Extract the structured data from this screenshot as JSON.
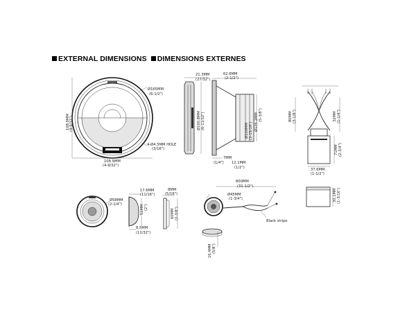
{
  "heading": {
    "left": "EXTERNAL DIMENSIONS",
    "right": "DIMENSIONS EXTERNES"
  },
  "woofer_front": {
    "dia": "Ø165MM",
    "dia_in": "(6-1/2\")",
    "height": "108.9MM",
    "height_in": "(4-9/32\")",
    "width": "108.9MM",
    "width_in": "(4-9/32\")",
    "hole": "4-Ø4.5MM HOLE",
    "hole_in": "(3/16\")"
  },
  "woofer_side": {
    "depth_top": "21.3MM",
    "depth_top_in": "(27/32\")",
    "dia": "Ø160.8MM",
    "dia_in": "(6-11/32\")"
  },
  "woofer_profile": {
    "depth": "62.6MM",
    "depth_in": "(2-1/2\")",
    "dia1": "Ø135.2MM",
    "dia1_in": "(5-3/8\")",
    "dia2": "Ø100MM",
    "dia2_in": "(3-15/16\")",
    "small": "7MM",
    "small_in": "(1/4\")",
    "small2": "12.1MM",
    "small2_in": "(1/2\")"
  },
  "crossover": {
    "top_dim": "80MM",
    "top_dim_in": "(3-1/8\")",
    "side_dim": "32MM",
    "side_dim_in": "(1-1/4\")",
    "height": "71MM",
    "height_in": "(2-3/4\")",
    "width": "37.6MM",
    "width_in": "(1-1/2\")",
    "box_height": "30.1MM",
    "box_height_in": "(1-3/16\")"
  },
  "tweeter_front": {
    "dia": "Ø58MM",
    "dia_in": "(2-1/4\")"
  },
  "tweeter_side": {
    "depth": "17.6MM",
    "depth_in": "(11/16\")",
    "height": "51MM",
    "height_in": "(2\")",
    "flange": "8.5MM",
    "flange_in": "(11/32\")"
  },
  "tweeter_mount": {
    "top": "8MM",
    "top_in": "(5/16\")",
    "height": "60MM",
    "height_in": "(2-3/8\")"
  },
  "tweeter_cable": {
    "length": "800MM",
    "length_in": "(31-1/2\")",
    "dia": "Ø45MM",
    "dia_in": "(1-3/4\")",
    "stripe": "Black stripe"
  },
  "tweeter_bottom": {
    "depth": "16.4MM",
    "depth_in": "(5/8\")"
  }
}
